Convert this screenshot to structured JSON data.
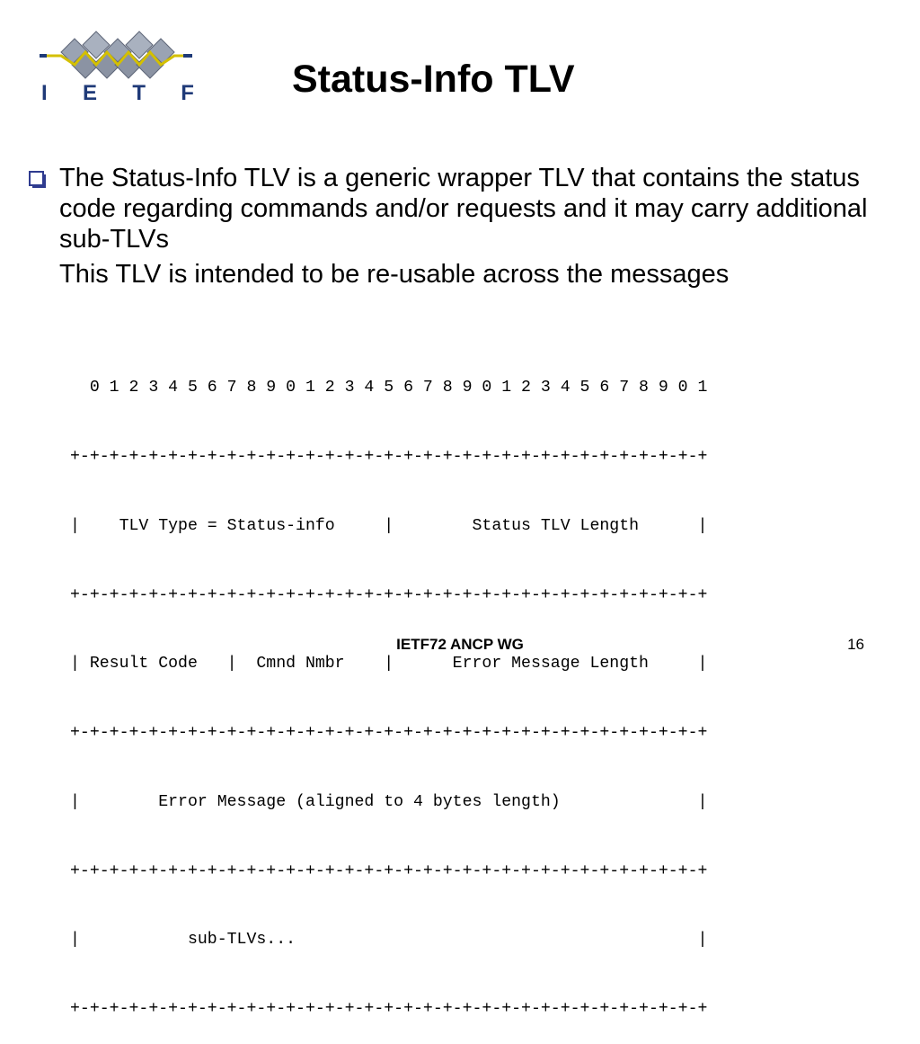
{
  "slide": {
    "title": "Status-Info TLV",
    "bullet_text": "The Status-Info TLV is a generic wrapper TLV that contains the status code regarding commands and/or requests and it may carry additional sub-TLVs",
    "sub_text": "This TLV is intended to be re-usable across the messages",
    "bullet_icon": "hollow-square-bullet"
  },
  "logo": {
    "letters": [
      "I",
      "E",
      "T",
      "F"
    ],
    "icon": "ietf-logo",
    "colors": {
      "diamond": "#9aa3b3",
      "diamond_dark": "#5e6678",
      "line": "#d4c000",
      "text": "#1f3a78"
    }
  },
  "packet_diagram": {
    "lines": [
      "  0 1 2 3 4 5 6 7 8 9 0 1 2 3 4 5 6 7 8 9 0 1 2 3 4 5 6 7 8 9 0 1",
      "+-+-+-+-+-+-+-+-+-+-+-+-+-+-+-+-+-+-+-+-+-+-+-+-+-+-+-+-+-+-+-+-+",
      "|    TLV Type = Status-info     |        Status TLV Length      |",
      "+-+-+-+-+-+-+-+-+-+-+-+-+-+-+-+-+-+-+-+-+-+-+-+-+-+-+-+-+-+-+-+-+",
      "| Result Code   |  Cmnd Nmbr    |      Error Message Length     |",
      "+-+-+-+-+-+-+-+-+-+-+-+-+-+-+-+-+-+-+-+-+-+-+-+-+-+-+-+-+-+-+-+-+",
      "|        Error Message (aligned to 4 bytes length)              |",
      "+-+-+-+-+-+-+-+-+-+-+-+-+-+-+-+-+-+-+-+-+-+-+-+-+-+-+-+-+-+-+-+-+",
      "|           sub-TLVs...                                         |",
      "+-+-+-+-+-+-+-+-+-+-+-+-+-+-+-+-+-+-+-+-+-+-+-+-+-+-+-+-+-+-+-+-+"
    ]
  },
  "footer": {
    "center": "IETF72 ANCP WG",
    "page_number": "16"
  }
}
